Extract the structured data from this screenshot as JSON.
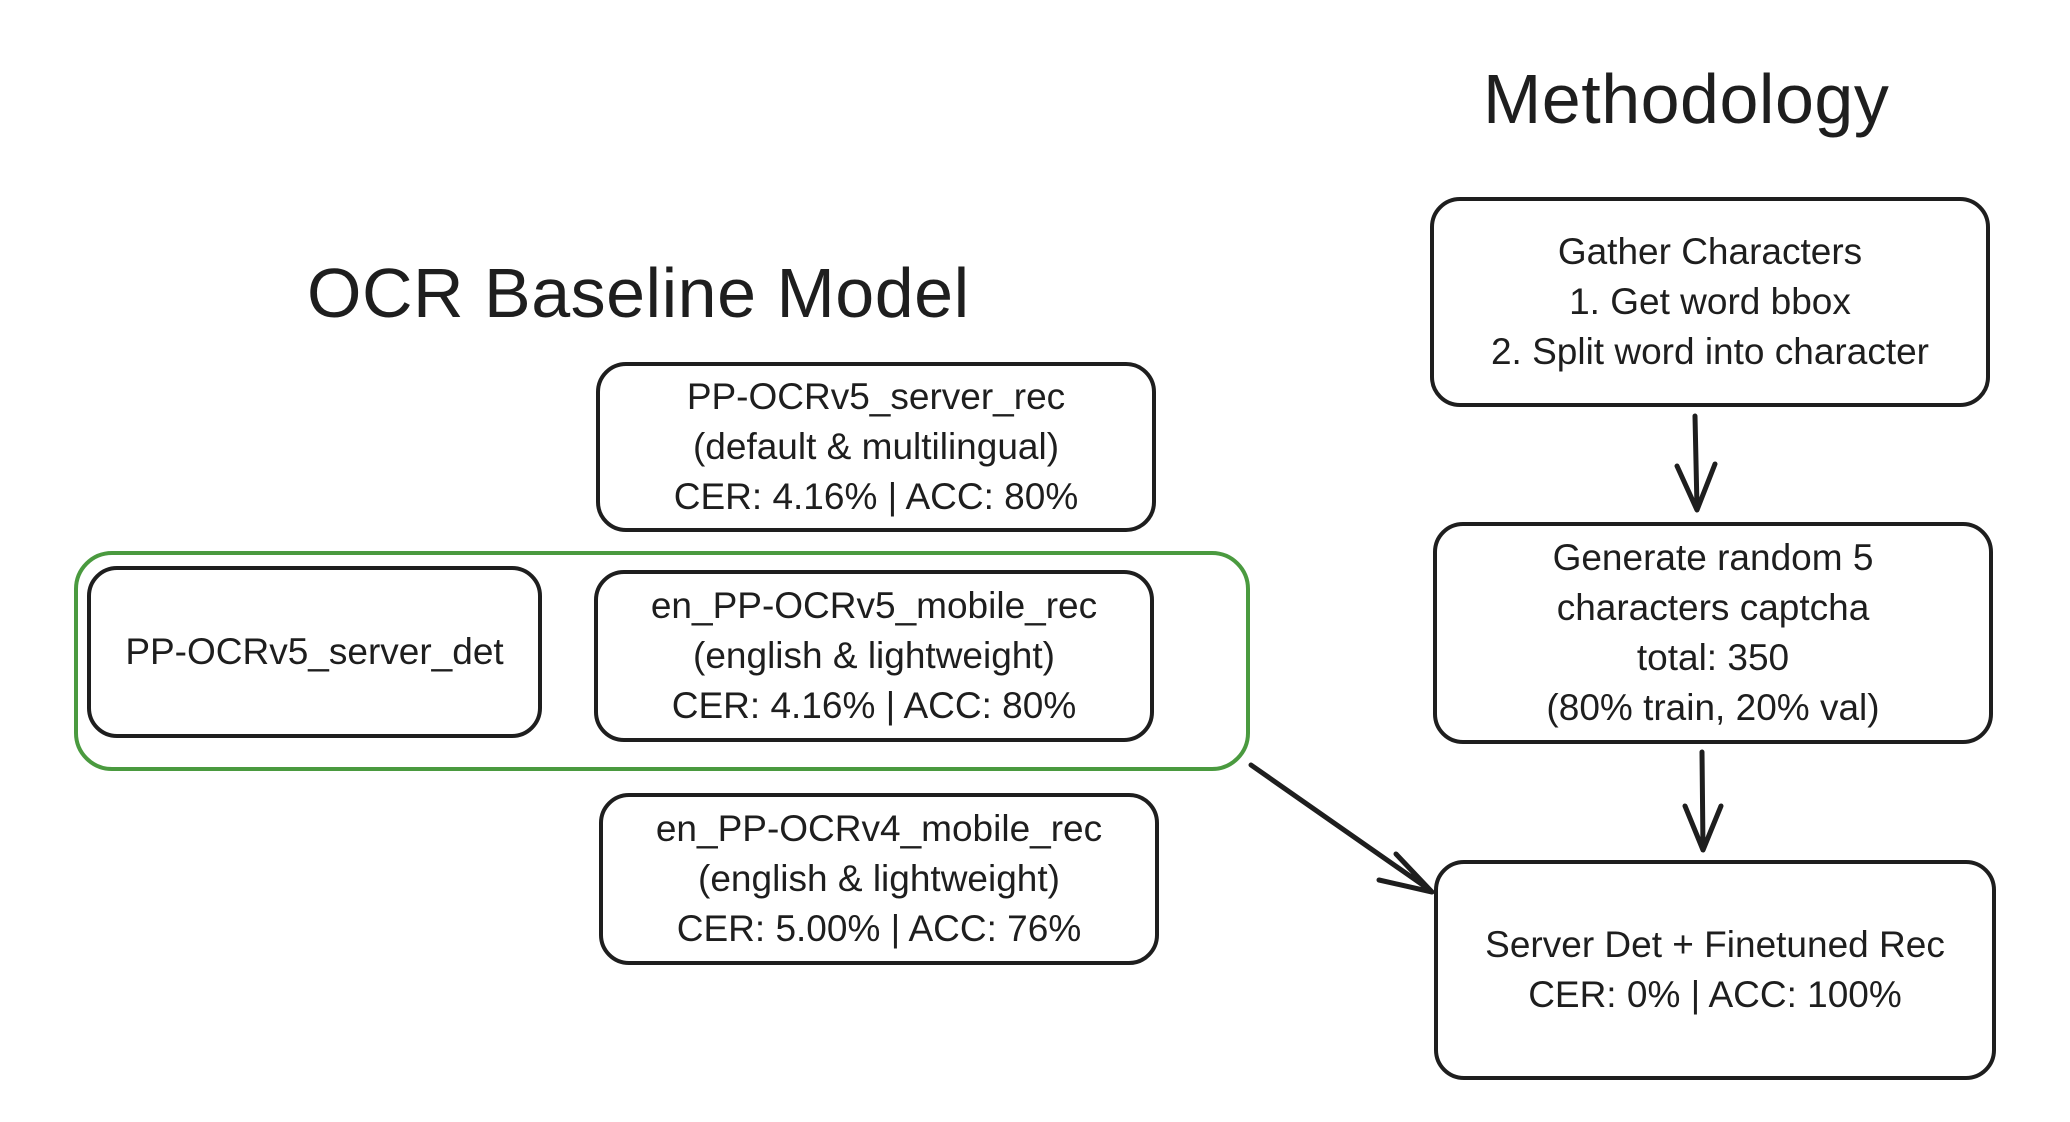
{
  "titles": {
    "left": "OCR Baseline Model",
    "right": "Methodology"
  },
  "baseline": {
    "server_rec": [
      "PP-OCRv5_server_rec",
      "(default & multilingual)",
      "CER: 4.16% | ACC: 80%"
    ],
    "server_det": [
      "PP-OCRv5_server_det"
    ],
    "mobile_rec_v5": [
      "en_PP-OCRv5_mobile_rec",
      "(english & lightweight)",
      "CER: 4.16% | ACC: 80%"
    ],
    "mobile_rec_v4": [
      "en_PP-OCRv4_mobile_rec",
      "(english & lightweight)",
      "CER: 5.00% | ACC: 76%"
    ]
  },
  "methodology": {
    "gather": [
      "Gather Characters",
      "1. Get word bbox",
      "2. Split word into character"
    ],
    "generate": [
      "Generate random 5",
      "characters captcha",
      "total: 350",
      "(80% train, 20% val)"
    ],
    "result": [
      "Server Det + Finetuned Rec",
      "CER: 0% | ACC: 100%"
    ]
  },
  "colors": {
    "stroke": "#1e1e1e",
    "group_highlight": "#4a9a3f",
    "background": "#ffffff"
  }
}
